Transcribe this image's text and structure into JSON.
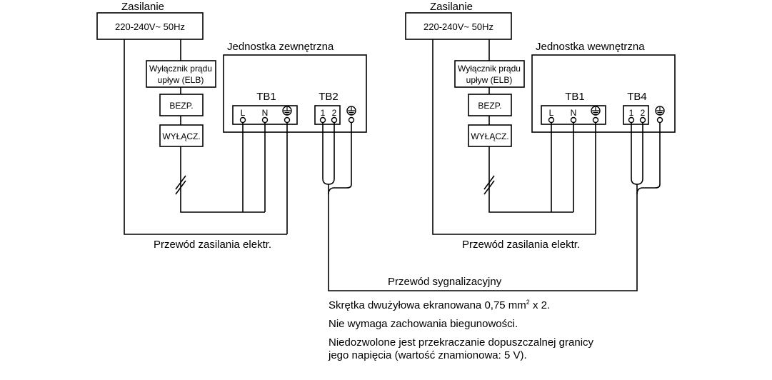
{
  "left": {
    "supply_label": "Zasilanie",
    "supply_voltage": "220-240V~ 50Hz",
    "elb_line1": "Wyłącznik prądu",
    "elb_line2": "upływ (ELB)",
    "fuse": "BEZP.",
    "switch": "WYŁĄCZ.",
    "unit_title": "Jednostka zewnętrzna",
    "tb_power": "TB1",
    "tb_signal": "TB2",
    "term_l": "L",
    "term_n": "N",
    "term_1": "1",
    "term_2": "2",
    "power_cable": "Przewód zasilania elektr."
  },
  "right": {
    "supply_label": "Zasilanie",
    "supply_voltage": "220-240V~ 50Hz",
    "elb_line1": "Wyłącznik prądu",
    "elb_line2": "upływ (ELB)",
    "fuse": "BEZP.",
    "switch": "WYŁĄCZ.",
    "unit_title": "Jednostka wewnętrzna",
    "tb_power": "TB1",
    "tb_signal": "TB4",
    "term_l": "L",
    "term_n": "N",
    "term_1": "1",
    "term_2": "2",
    "power_cable": "Przewód zasilania elektr."
  },
  "signal_cable": "Przewód sygnalizacyjny",
  "notes": {
    "line1_pre": "Skrętka dwużyłowa ekranowana 0,75 mm",
    "line1_sup": "2",
    "line1_post": " x 2.",
    "line2": "Nie wymaga zachowania biegunowości.",
    "line3a": "Niedozwolone jest przekraczanie dopuszczalnej granicy",
    "line3b": "jego napięcia (wartość znamionowa: 5 V)."
  }
}
